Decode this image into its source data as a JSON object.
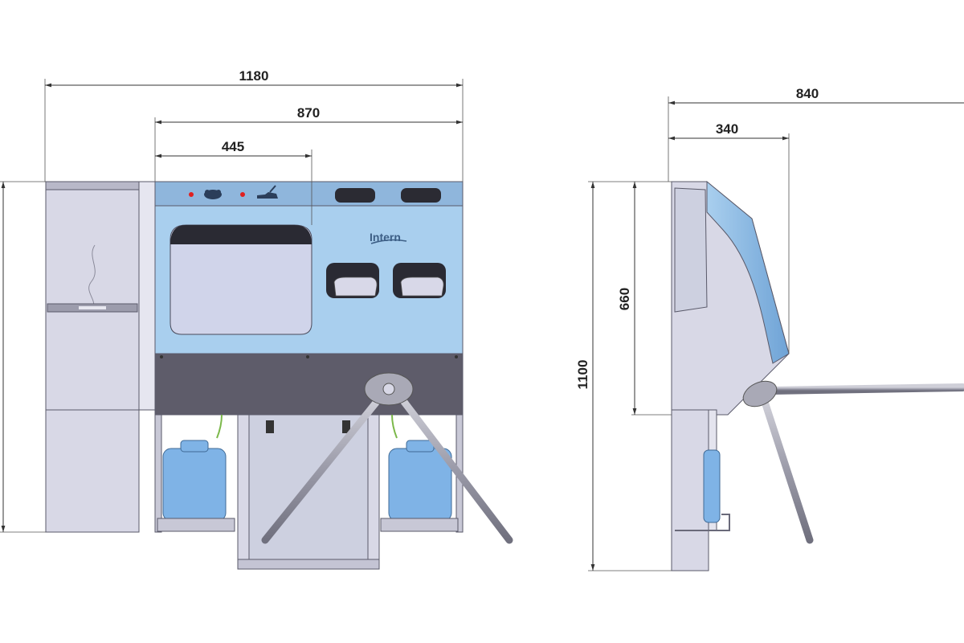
{
  "dimensions": {
    "front_width_total": "1180",
    "front_width_station": "870",
    "front_width_sink": "445",
    "side_depth_total": "840",
    "side_depth_top": "340",
    "side_height_panel": "660",
    "side_height_total": "1100"
  },
  "brand": {
    "logo_text": "Intern"
  },
  "colors": {
    "panel_blue": "#a9cfee",
    "top_strip_blue": "#8fb6dc",
    "dark_band": "#5e5c6a",
    "cabinet_grey": "#d8d8e6",
    "canister_blue": "#7fb3e6",
    "indicator_red": "#e02020",
    "metal": "#a9a9b6"
  }
}
